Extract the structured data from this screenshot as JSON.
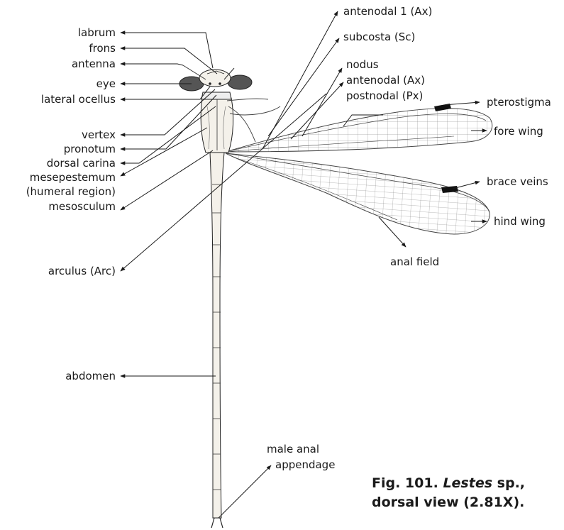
{
  "labels": {
    "labrum": "labrum",
    "frons": "frons",
    "antenna": "antenna",
    "eye": "eye",
    "lateral_ocellus": "lateral ocellus",
    "vertex": "vertex",
    "pronotum": "pronotum",
    "dorsal_carina": "dorsal carina",
    "mesepestemum": "mesepestemum",
    "humeral_region": "(humeral region)",
    "mesosculum": "mesosculum",
    "arculus": "arculus (Arc)",
    "abdomen": "abdomen",
    "antenodal_1": "antenodal 1 (Ax)",
    "subcosta": "subcosta (Sc)",
    "nodus": "nodus",
    "antenodal": "antenodal (Ax)",
    "postnodal": "postnodal (Px)",
    "pterostigma": "pterostigma",
    "fore_wing": "fore wing",
    "brace_veins": "brace veins",
    "hind_wing": "hind wing",
    "anal_field": "anal field",
    "male_anal_1": "male anal",
    "male_anal_2": "appendage"
  },
  "caption": {
    "fig": "Fig. 101.",
    "genus": "Lestes",
    "rest": "sp.,",
    "line2": "dorsal view (2.81X)."
  },
  "colors": {
    "ink": "#1a1a1a",
    "wing_vein": "#555555",
    "body_fill": "#f4f1ea"
  }
}
